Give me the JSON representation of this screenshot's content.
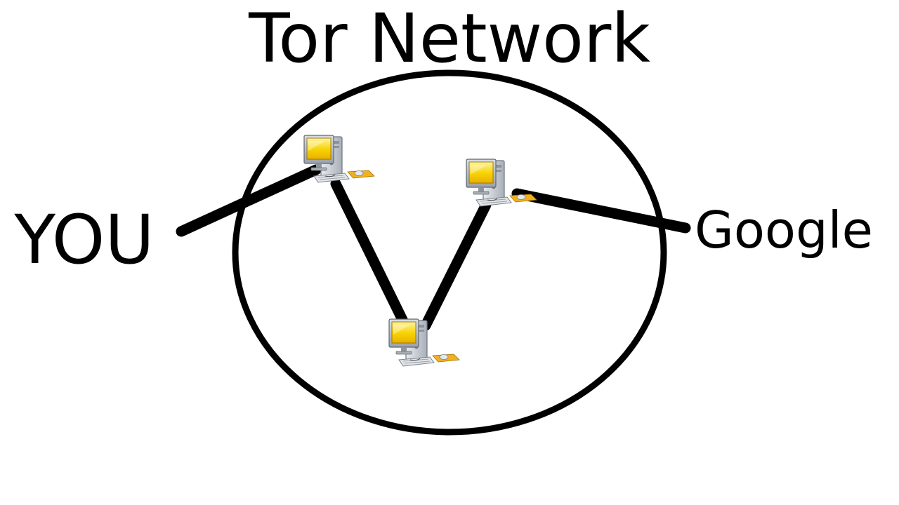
{
  "title": "Tor Network",
  "labels": {
    "you": "YOU",
    "destination": "Google"
  },
  "nodes": [
    {
      "name": "relay-1-computer-icon"
    },
    {
      "name": "relay-2-computer-icon"
    },
    {
      "name": "relay-3-computer-icon"
    }
  ],
  "colors": {
    "line": "#000000",
    "screen": "#f5d000",
    "tower": "#c8ccd2",
    "mouse_pad": "#f0b020"
  }
}
